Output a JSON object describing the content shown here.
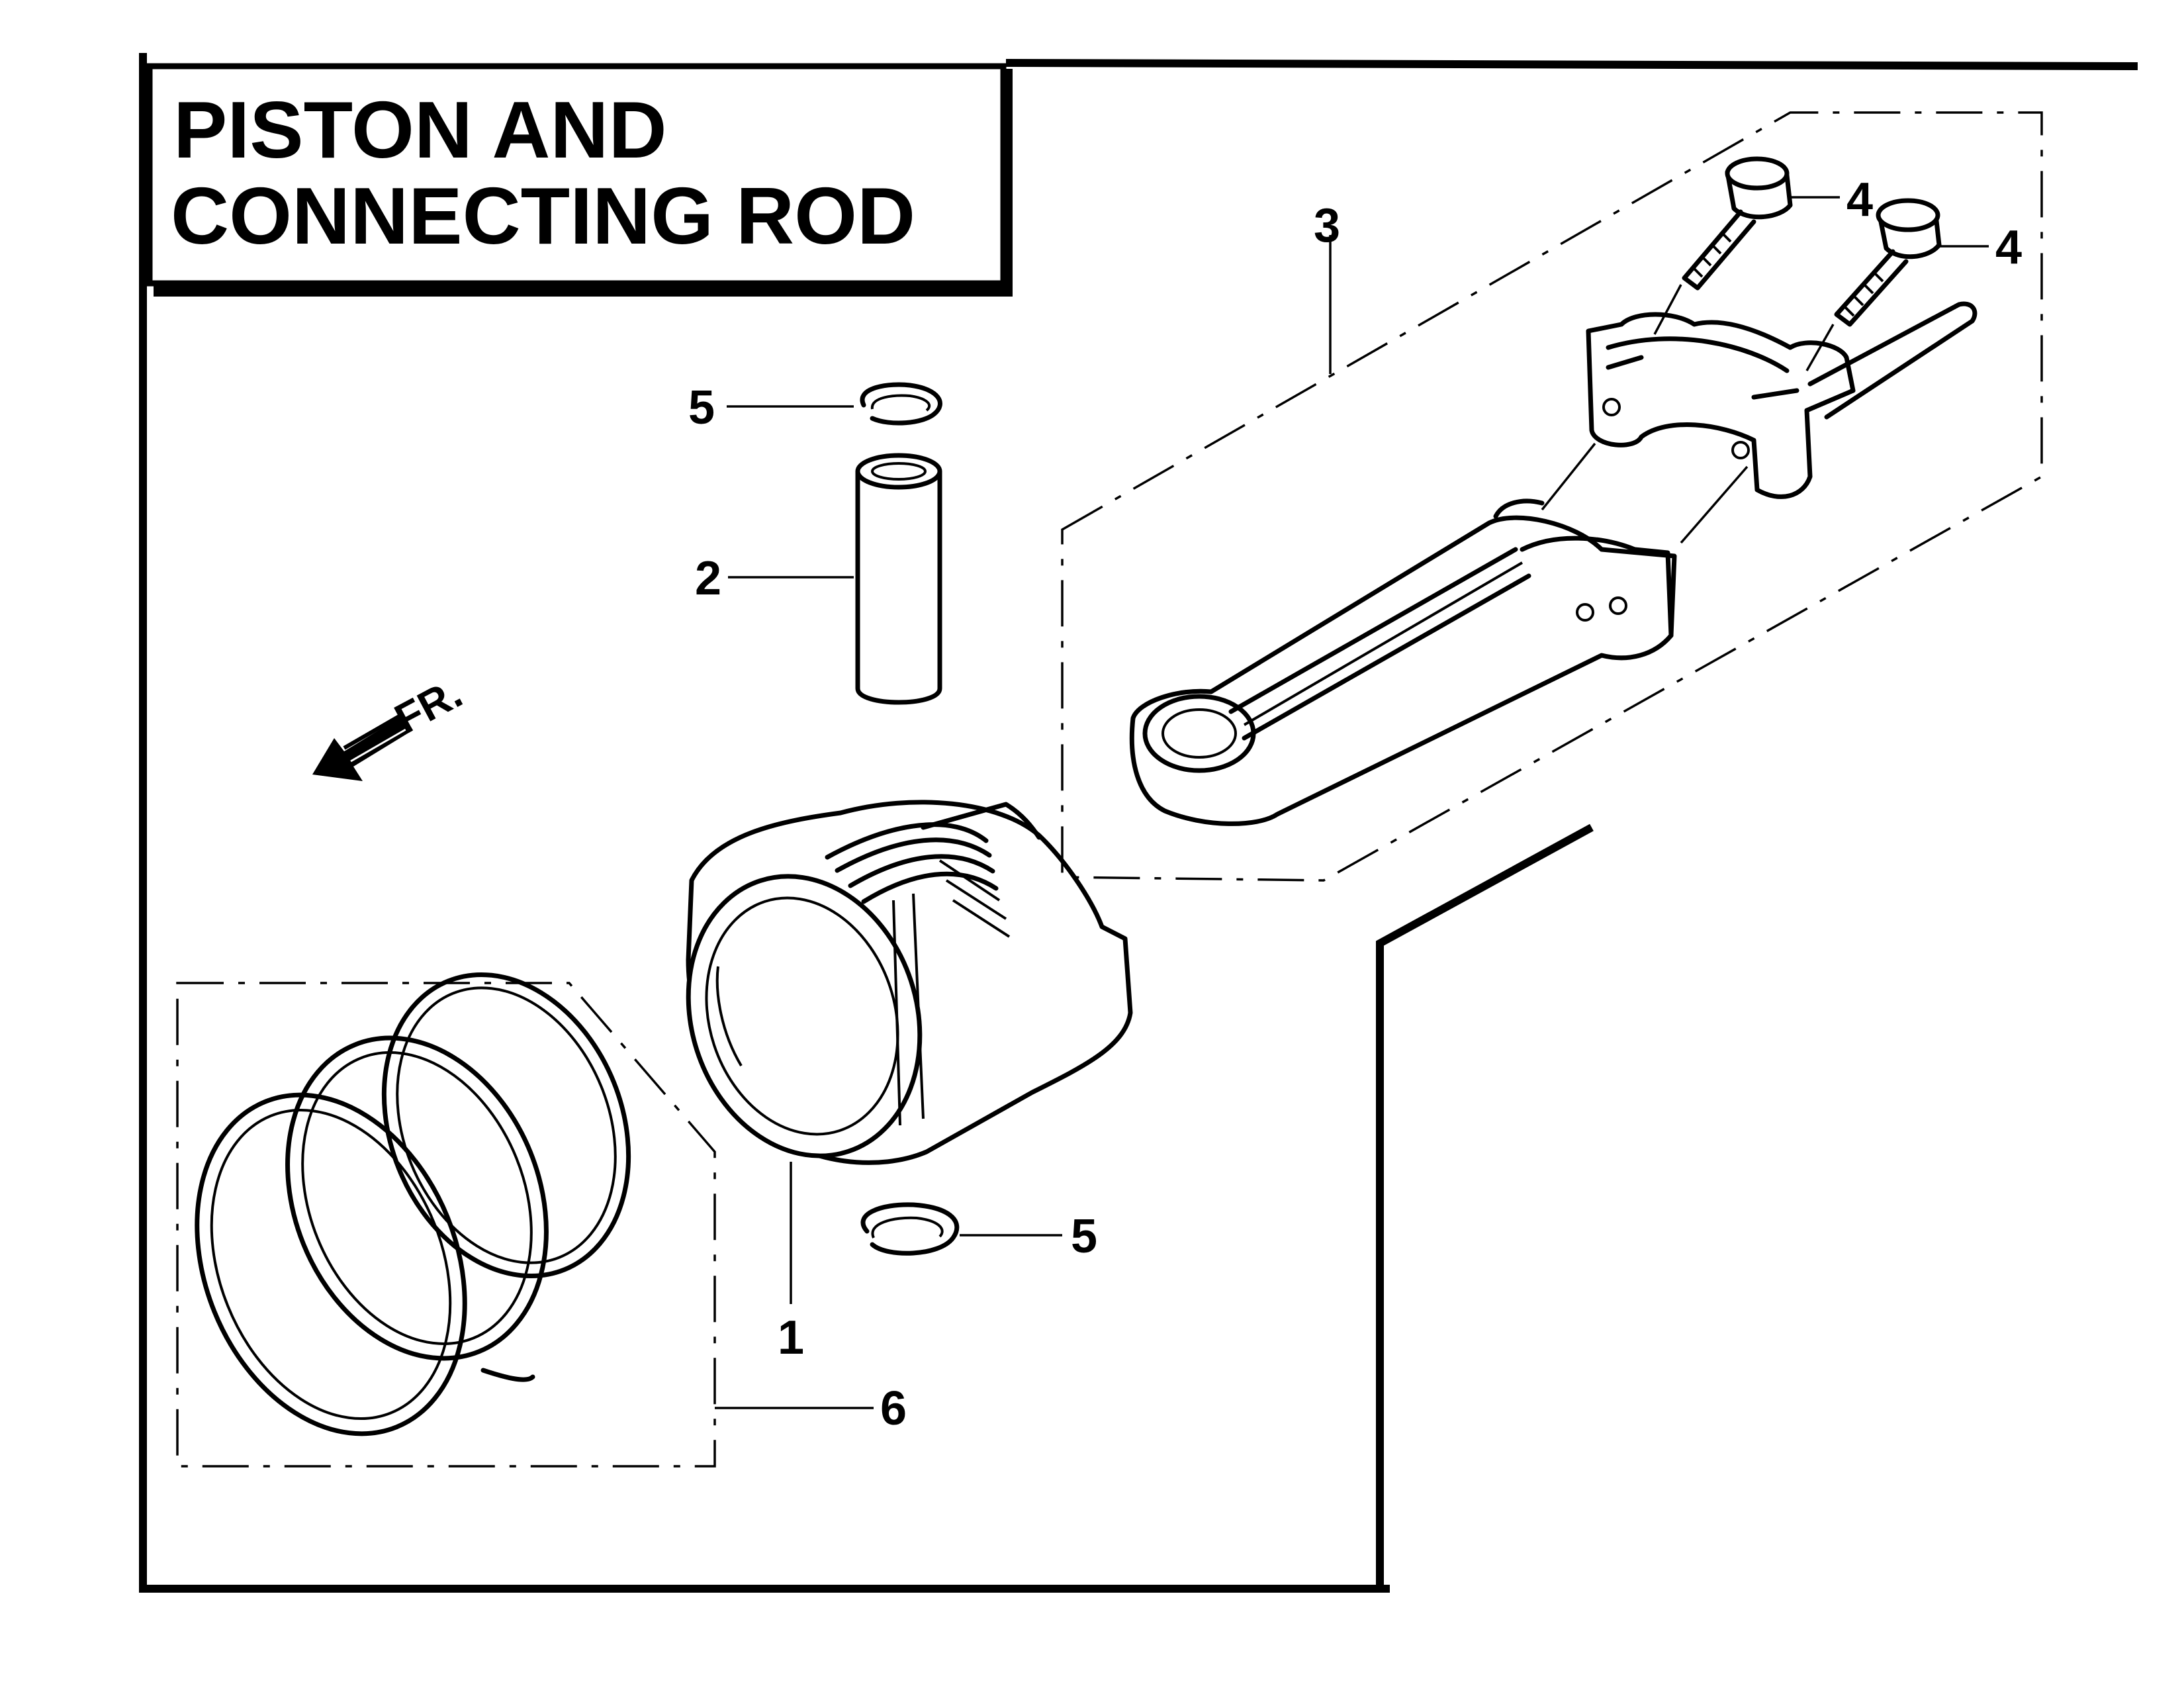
{
  "title": {
    "line1": "PISTON AND",
    "line2": "CONNECTING ROD"
  },
  "direction_marker": {
    "label": "FR.",
    "icon": "arrow-left-down-icon"
  },
  "callouts": [
    {
      "id": "callout-1",
      "label": "1"
    },
    {
      "id": "callout-2",
      "label": "2"
    },
    {
      "id": "callout-3",
      "label": "3"
    },
    {
      "id": "callout-4a",
      "label": "4"
    },
    {
      "id": "callout-4b",
      "label": "4"
    },
    {
      "id": "callout-5a",
      "label": "5"
    },
    {
      "id": "callout-5b",
      "label": "5"
    },
    {
      "id": "callout-6",
      "label": "6"
    }
  ]
}
